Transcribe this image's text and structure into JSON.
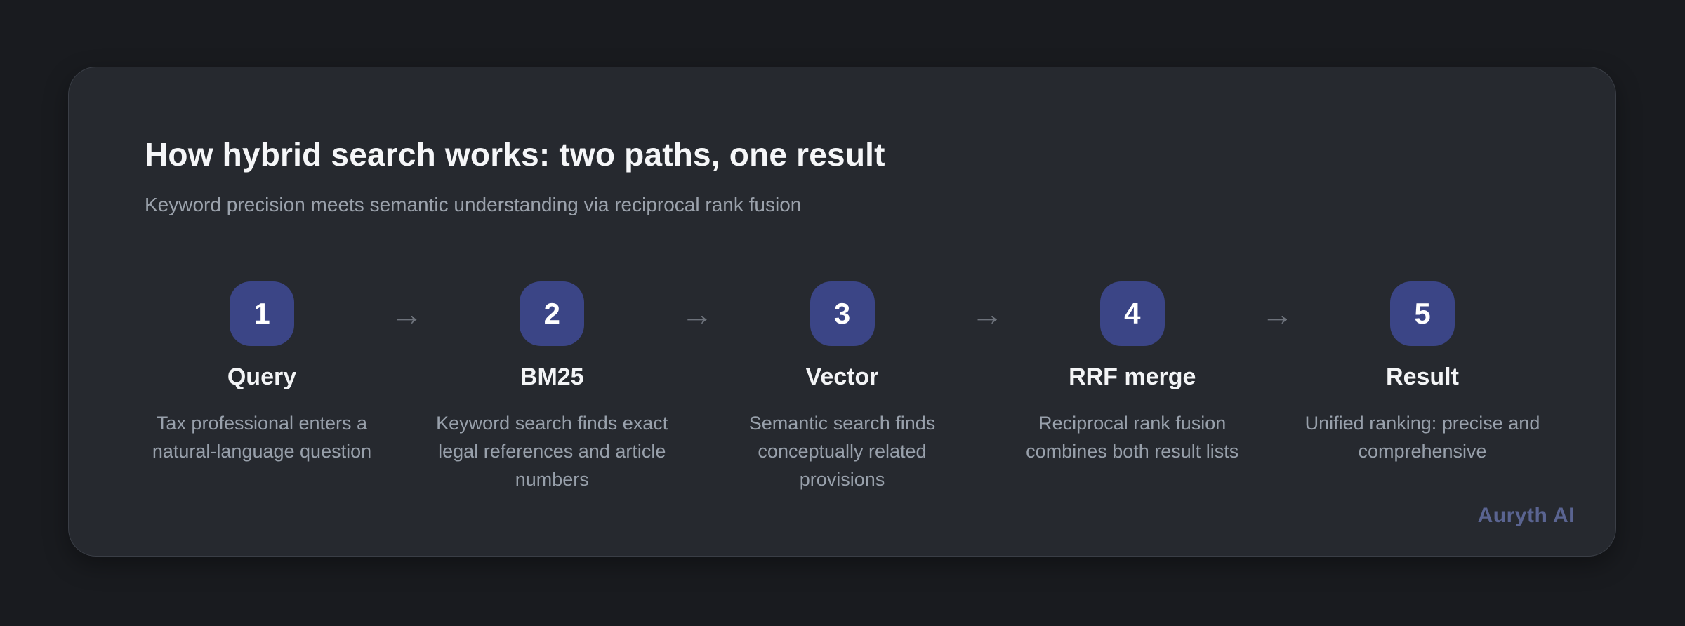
{
  "header": {
    "title": "How hybrid search works: two paths, one result",
    "subtitle": "Keyword precision meets semantic understanding via reciprocal rank fusion"
  },
  "steps": [
    {
      "number": "1",
      "title": "Query",
      "description": "Tax professional enters a natural-language question"
    },
    {
      "number": "2",
      "title": "BM25",
      "description": "Keyword search finds exact legal references and article numbers"
    },
    {
      "number": "3",
      "title": "Vector",
      "description": "Semantic search finds conceptually related provisions"
    },
    {
      "number": "4",
      "title": "RRF merge",
      "description": "Reciprocal rank fusion combines both result lists"
    },
    {
      "number": "5",
      "title": "Result",
      "description": "Unified ranking: precise and comprehensive"
    }
  ],
  "icons": {
    "arrow_right": "→"
  },
  "footer": {
    "brand": "Auryth AI"
  },
  "colors": {
    "page_background": "#191b1f",
    "card_background": "#26292f",
    "card_border": "#3a3e46",
    "badge": "#3b4586",
    "badge_text": "#ffffff",
    "title_text": "#f5f6f8",
    "subtitle_text": "#9ba2ac",
    "description_text": "#98a0ab",
    "arrow": "#6d727b",
    "brand_text": "#5a6491"
  }
}
